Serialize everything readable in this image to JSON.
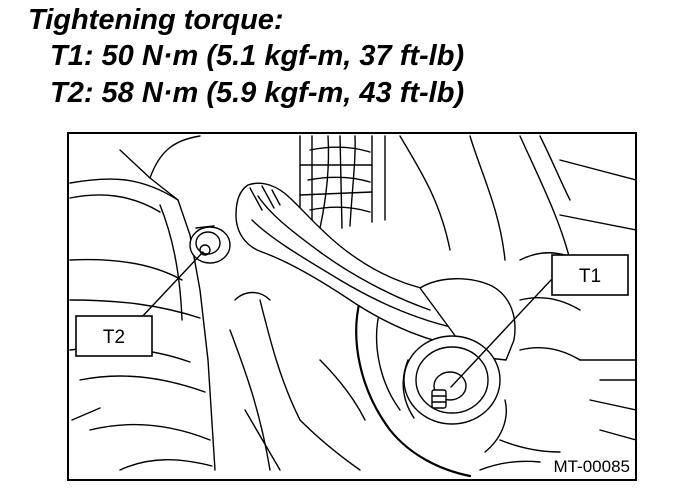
{
  "spec": {
    "title": "Tightening torque:",
    "t1": "T1: 50 N·m (5.1 kgf-m, 37 ft-lb)",
    "t2": "T2: 58 N·m (5.9 kgf-m, 43 ft-lb)"
  },
  "callouts": {
    "t1": "T1",
    "t2": "T2"
  },
  "figure_id": "MT-00085"
}
